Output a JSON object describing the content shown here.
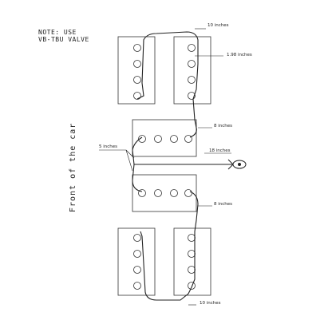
{
  "note": {
    "line1": "NOTE: USE",
    "line2": "VB-TBU VALVE"
  },
  "side_label": "Front of the car",
  "dimensions": [
    {
      "key": "top",
      "text": "10 inches"
    },
    {
      "key": "cross",
      "text": "1.98 inches"
    },
    {
      "key": "mid_upper",
      "text": "8 inches"
    },
    {
      "key": "left",
      "text": "5 inches"
    },
    {
      "key": "valve",
      "text": "18 inches"
    },
    {
      "key": "mid_lower",
      "text": "8 inches"
    },
    {
      "key": "bottom",
      "text": "10 inches"
    }
  ]
}
